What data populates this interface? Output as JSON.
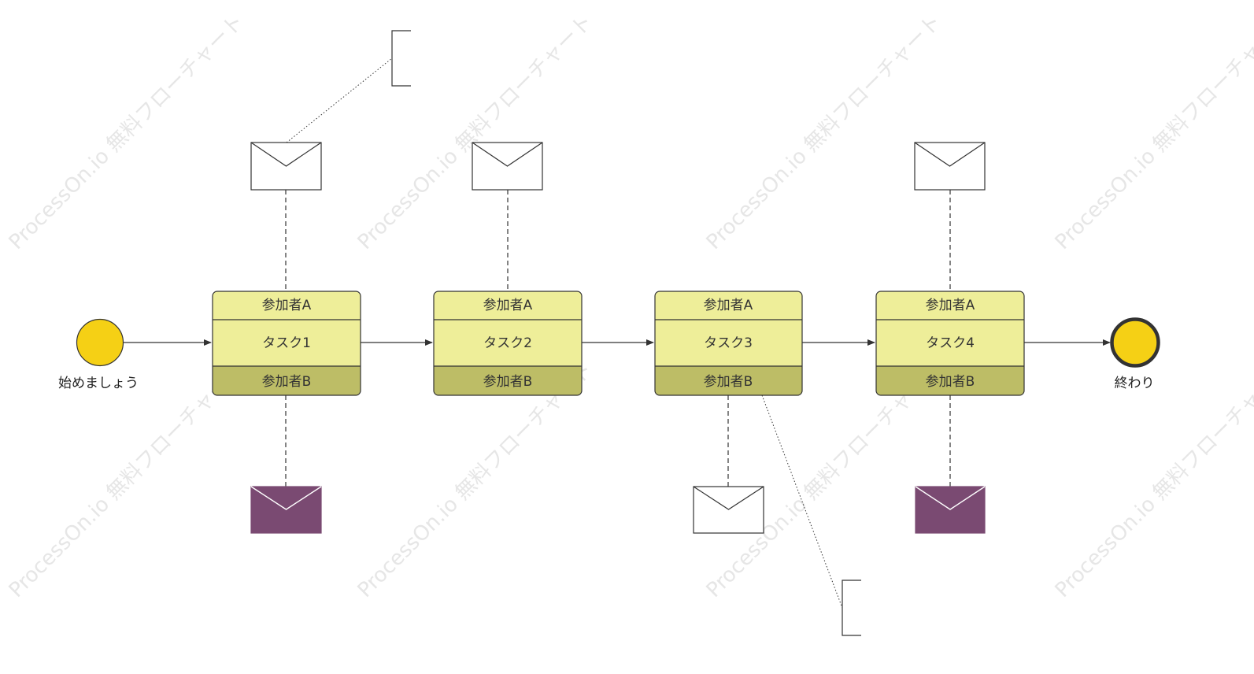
{
  "colors": {
    "task_fill": "#eeee99",
    "task_footer": "#bdbd66",
    "task_border": "#333333",
    "event_fill": "#f5d015",
    "message_dark": "#7a4a72",
    "message_light": "#ffffff",
    "line": "#333333",
    "watermark": "#e6e6e6"
  },
  "watermark": {
    "text": "ProcessOn.io 無料フローチャート"
  },
  "start_event": {
    "label": "始めましょう",
    "icon": "start-event-circle"
  },
  "end_event": {
    "label": "終わり",
    "icon": "end-event-circle"
  },
  "tasks": [
    {
      "top": "参加者A",
      "name": "タスク1",
      "bottom": "参加者B"
    },
    {
      "top": "参加者A",
      "name": "タスク2",
      "bottom": "参加者B"
    },
    {
      "top": "参加者A",
      "name": "タスク3",
      "bottom": "参加者B"
    },
    {
      "top": "参加者A",
      "name": "タスク4",
      "bottom": "参加者B"
    }
  ],
  "messages": [
    {
      "task": 1,
      "position": "above",
      "style": "light",
      "icon": "envelope-icon"
    },
    {
      "task": 2,
      "position": "above",
      "style": "light",
      "icon": "envelope-icon"
    },
    {
      "task": 4,
      "position": "above",
      "style": "light",
      "icon": "envelope-icon"
    },
    {
      "task": 1,
      "position": "below",
      "style": "dark",
      "icon": "envelope-icon"
    },
    {
      "task": 3,
      "position": "below",
      "style": "light",
      "icon": "envelope-icon"
    },
    {
      "task": 4,
      "position": "below",
      "style": "dark",
      "icon": "envelope-icon"
    }
  ],
  "annotations": [
    {
      "attached_to": "message-task-1-above",
      "text": ""
    },
    {
      "attached_to": "task-3",
      "text": ""
    }
  ]
}
